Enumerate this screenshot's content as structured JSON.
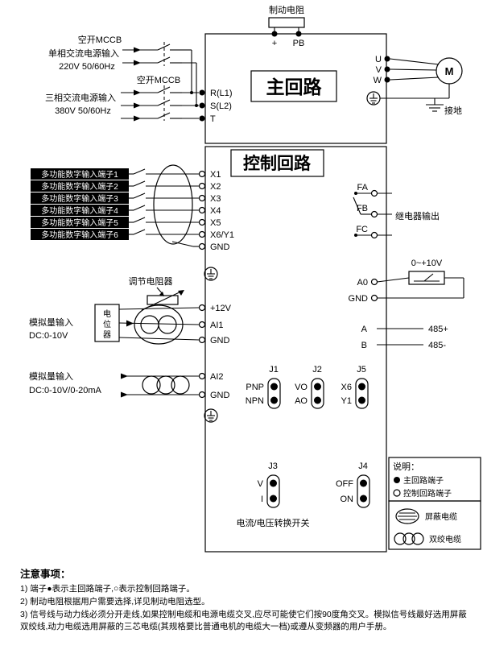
{
  "top": {
    "brake_resistor": "制动电阻",
    "plus": "+",
    "pb": "PB"
  },
  "main_circuit": {
    "title": "主回路",
    "mccb1": "空开MCCB",
    "single_phase": {
      "line1": "单相交流电源输入",
      "line2": "220V 50/60Hz"
    },
    "mccb2": "空开MCCB",
    "three_phase": {
      "line1": "三相交流电源输入",
      "line2": "380V 50/60Hz"
    },
    "input_terminals": [
      "R(L1)",
      "S(L2)",
      "T"
    ],
    "output_terminals": [
      "U",
      "V",
      "W"
    ],
    "motor": "M",
    "ground_label": "接地"
  },
  "control_circuit": {
    "title": "控制回路",
    "digital_inputs": [
      "多功能数字输入端子1",
      "多功能数字输入端子2",
      "多功能数字输入端子3",
      "多功能数字输入端子4",
      "多功能数字输入端子5",
      "多功能数字输入端子6"
    ],
    "digital_terminals": [
      "X1",
      "X2",
      "X3",
      "X4",
      "X5",
      "X6/Y1",
      "GND"
    ],
    "adjust_resistor": "调节电阻器",
    "potentiometer": "电位器",
    "analog_input1": {
      "line1": "模拟量输入",
      "line2": "DC:0-10V",
      "terminals": [
        "+12V",
        "AI1",
        "GND"
      ]
    },
    "analog_input2": {
      "line1": "模拟量输入",
      "line2": "DC:0-10V/0-20mA",
      "terminals": [
        "AI2",
        "GND"
      ]
    },
    "relay": {
      "terminals": [
        "FA",
        "FB",
        "FC"
      ],
      "label": "继电器输出"
    },
    "analog_output": {
      "range": "0~+10V",
      "terminals": [
        "A0",
        "GND"
      ]
    },
    "comm": {
      "a": "A",
      "b": "B",
      "rs485_plus": "485+",
      "rs485_minus": "485-"
    },
    "jumpers": {
      "j1": {
        "name": "J1",
        "pins": [
          "PNP",
          "NPN"
        ]
      },
      "j2": {
        "name": "J2",
        "pins": [
          "VO",
          "AO"
        ]
      },
      "j5": {
        "name": "J5",
        "pins": [
          "X6",
          "Y1"
        ]
      },
      "j3": {
        "name": "J3",
        "pins": [
          "V",
          "I"
        ]
      },
      "j4": {
        "name": "J4",
        "pins": [
          "OFF",
          "ON"
        ]
      }
    },
    "switch_label": "电流/电压转换开关"
  },
  "legend": {
    "title": "说明：",
    "main_terminal": "主回路端子",
    "control_terminal": "控制回路端子",
    "shielded_cable": "屏蔽电缆",
    "twisted_cable": "双绞电缆"
  },
  "notes": {
    "title": "注意事项：",
    "items": [
      "1) 端子●表示主回路端子,○表示控制回路端子。",
      "2) 制动电阻根据用户需要选择,详见制动电阻选型。",
      "3) 信号线与动力线必须分开走线,如果控制电缆和电源电缆交叉,应尽可能使它们按90度角交叉。模拟信号线最好选用屏蔽双绞线,动力电缆选用屏蔽的三芯电缆(其规格要比普通电机的电缆大一档)或遵从变频器的用户手册。"
    ]
  }
}
